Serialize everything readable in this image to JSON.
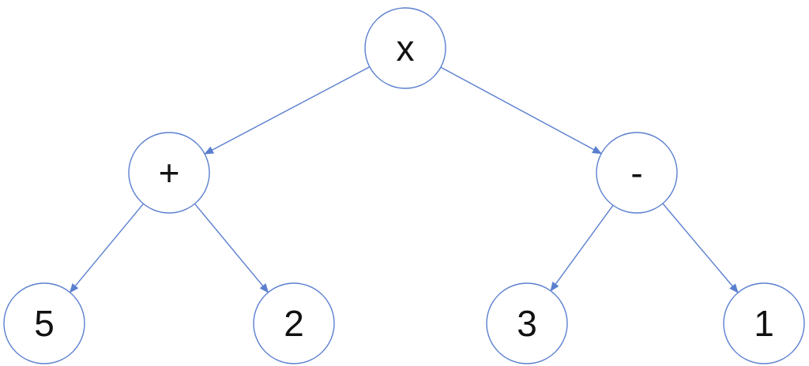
{
  "diagram": {
    "colors": {
      "edge": "#5b7fcf",
      "node_stroke": "#5b7fcf",
      "node_fill": "#ffffff",
      "label": "#111111"
    },
    "nodes": [
      {
        "id": "root",
        "label": "x"
      },
      {
        "id": "plus",
        "label": "+"
      },
      {
        "id": "minus",
        "label": "-"
      },
      {
        "id": "five",
        "label": "5"
      },
      {
        "id": "two",
        "label": "2"
      },
      {
        "id": "three",
        "label": "3"
      },
      {
        "id": "one",
        "label": "1"
      }
    ],
    "edges": [
      {
        "from": "root",
        "to": "plus"
      },
      {
        "from": "root",
        "to": "minus"
      },
      {
        "from": "plus",
        "to": "five"
      },
      {
        "from": "plus",
        "to": "two"
      },
      {
        "from": "minus",
        "to": "three"
      },
      {
        "from": "minus",
        "to": "one"
      }
    ]
  }
}
